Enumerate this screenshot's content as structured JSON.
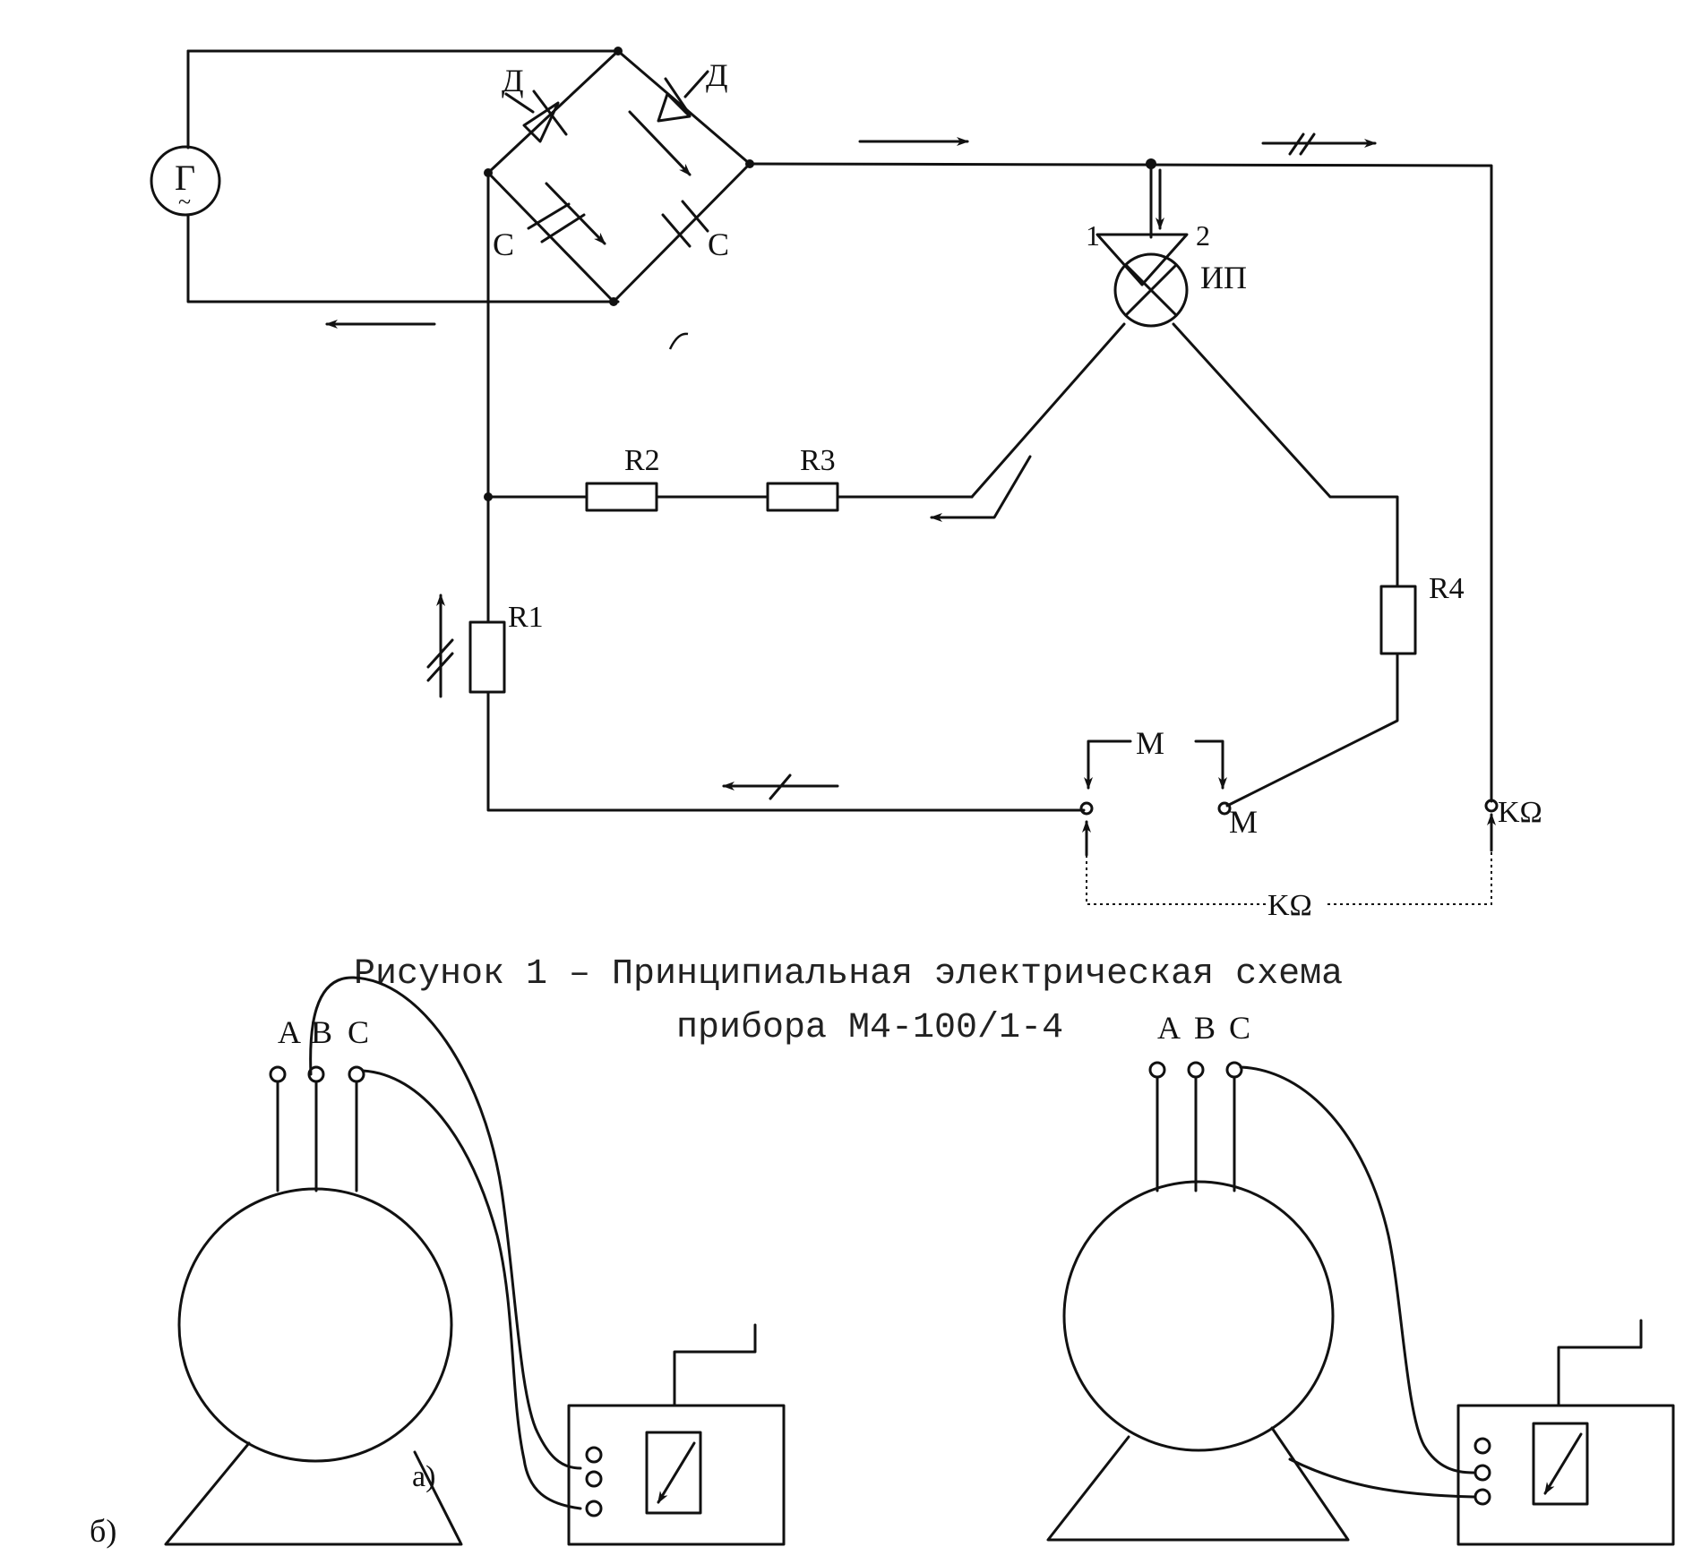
{
  "figure1": {
    "labels": {
      "generator": "Г",
      "generator_tilde": "~",
      "diode_left": "Д",
      "diode_right": "Д",
      "cap_left": "C",
      "cap_right": "C",
      "terminal_1": "1",
      "terminal_2": "2",
      "meter": "ИП",
      "r1": "R1",
      "r2": "R2",
      "r3": "R3",
      "r4": "R4",
      "m_top": "М",
      "m_terminal": "М",
      "kohm_terminal": "KΩ",
      "kohm_bottom": "KΩ"
    },
    "caption_line1": "Рисунок 1 – Принципиальная электрическая схема",
    "caption_line2": "прибора М4-100/1-4"
  },
  "figure2": {
    "left_terminals": {
      "a": "A",
      "b": "B",
      "c": "C"
    },
    "right_terminals": {
      "a": "A",
      "b": "B",
      "c": "C"
    },
    "label_a": "а)",
    "label_b": "б)"
  }
}
